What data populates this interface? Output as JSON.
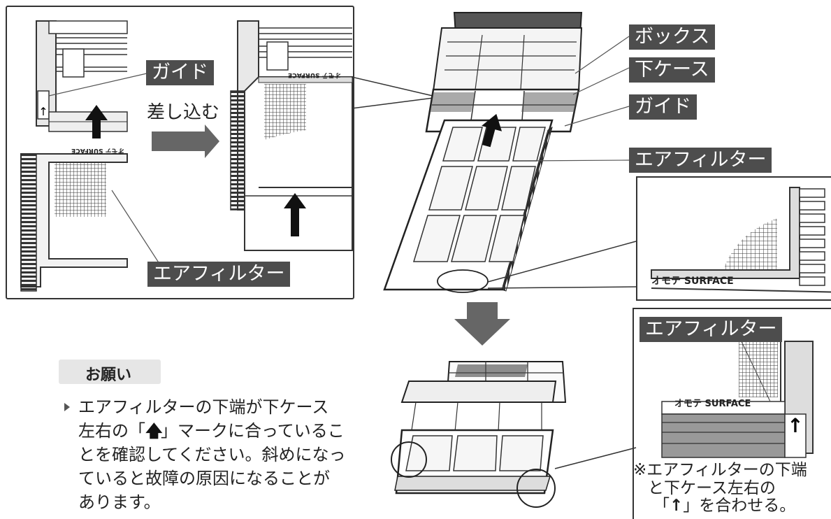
{
  "callouts": {
    "box": "ボックス",
    "lower_case": "下ケース",
    "guide_right": "ガイド",
    "air_filter_right": "エアフィルター",
    "guide_left": "ガイド",
    "insert": "差し込む",
    "air_filter_left": "エアフィルター",
    "air_filter_detail": "エアフィルター"
  },
  "filter_marking": "オモテ SURFACE",
  "filter_marking_flipped": "オモテ SURFACE",
  "request": {
    "heading": "お願い",
    "lines": [
      "エアフィルターの下端が下ケース",
      "左右の「",
      "」マークに合っているこ",
      "とを確認してください。斜めになっ",
      "ていると故障の原因になることが",
      "あります。"
    ]
  },
  "footnote": {
    "line1": "※エアフィルターの下端",
    "line2": "と下ケース左右の",
    "line3a": "「",
    "line3b": "」を合わせる。"
  },
  "colors": {
    "label_bg": "#4d4d4d",
    "arrow_gray": "#666666",
    "request_bg": "#e6e6e6"
  }
}
